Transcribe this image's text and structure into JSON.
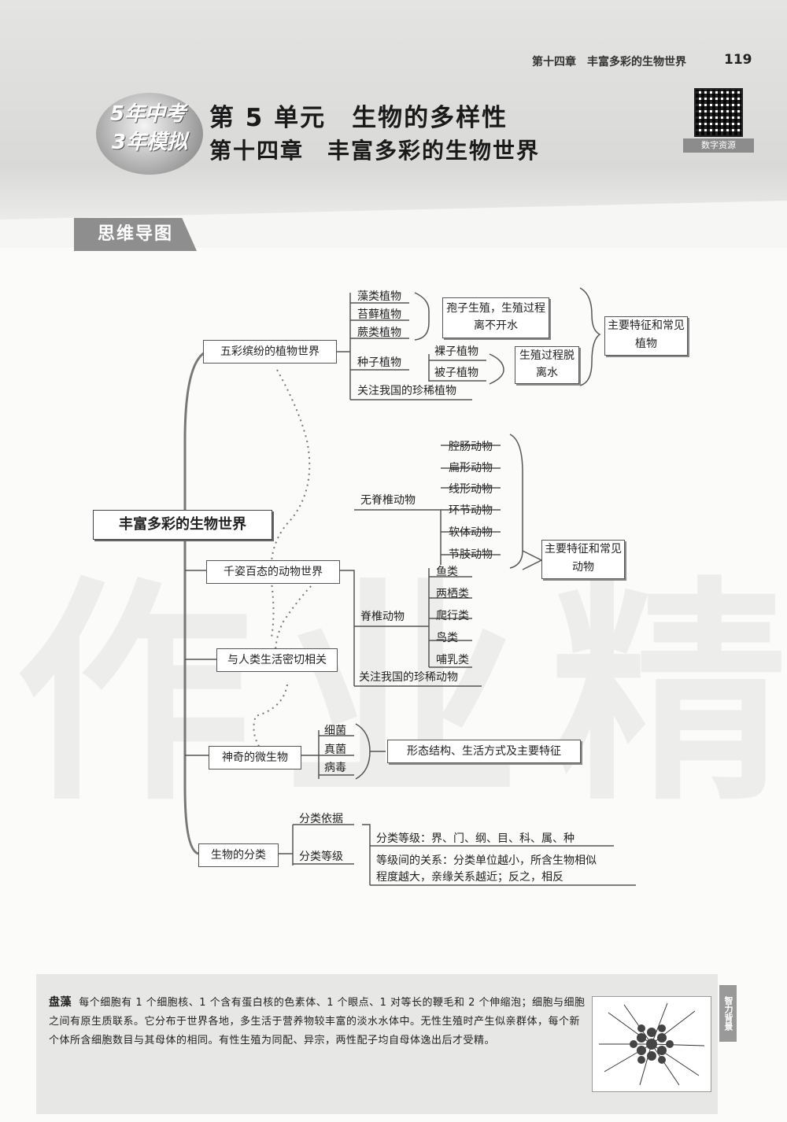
{
  "header": {
    "running_title": "第十四章　丰富多彩的生物世界",
    "page_number": "119",
    "logo_line1": "5年中考",
    "logo_line2": "3年模拟",
    "unit_title": "第 5 单元　生物的多样性",
    "chapter_title": "第十四章　丰富多彩的生物世界",
    "qr_label": "数字资源"
  },
  "section_tab": "思维导图",
  "mindmap": {
    "root": "丰富多彩的生物世界",
    "plants": {
      "label": "五彩缤纷的植物世界",
      "items": [
        "藻类植物",
        "苔藓植物",
        "蕨类植物",
        "种子植物",
        "关注我国的珍稀植物"
      ],
      "seed_sub": [
        "裸子植物",
        "被子植物"
      ],
      "spore_note": "孢子生殖，生殖过程离不开水",
      "seed_note": "生殖过程脱离水",
      "summary": "主要特征和常见植物"
    },
    "animals": {
      "label": "千姿百态的动物世界",
      "invertebrate": "无脊椎动物",
      "invert_items": [
        "腔肠动物",
        "扁形动物",
        "线形动物",
        "环节动物",
        "软体动物",
        "节肢动物"
      ],
      "vertebrate": "脊椎动物",
      "vert_items": [
        "鱼类",
        "两栖类",
        "爬行类",
        "鸟类",
        "哺乳类"
      ],
      "rare": "关注我国的珍稀动物",
      "summary": "主要特征和常见动物"
    },
    "human": "与人类生活密切相关",
    "microbes": {
      "label": "神奇的微生物",
      "items": [
        "细菌",
        "真菌",
        "病毒"
      ],
      "note": "形态结构、生活方式及主要特征"
    },
    "classification": {
      "label": "生物的分类",
      "basis": "分类依据",
      "levels": "分类等级",
      "levels_note": "分类等级：界、门、纲、目、科、属、种",
      "relation_note_1": "等级间的关系：分类单位越小，所含生物相似",
      "relation_note_2": "程度越大，亲缘关系越近；反之，相反"
    }
  },
  "bottom": {
    "term": "盘藻",
    "text": "每个细胞有 1 个细胞核、1 个含有蛋白核的色素体、1 个眼点、1 对等长的鞭毛和 2 个伸缩泡；细胞与细胞之间有原生质联系。它分布于世界各地，多生活于营养物较丰富的淡水水体中。无性生殖时产生似亲群体，每个新个体所含细胞数目与其母体的相同。有性生殖为同配、异宗，两性配子均自母体逸出后才受精。",
    "side_tag": "智力背景"
  },
  "colors": {
    "accent_gray": "#8e8e8e",
    "line": "#555555"
  }
}
